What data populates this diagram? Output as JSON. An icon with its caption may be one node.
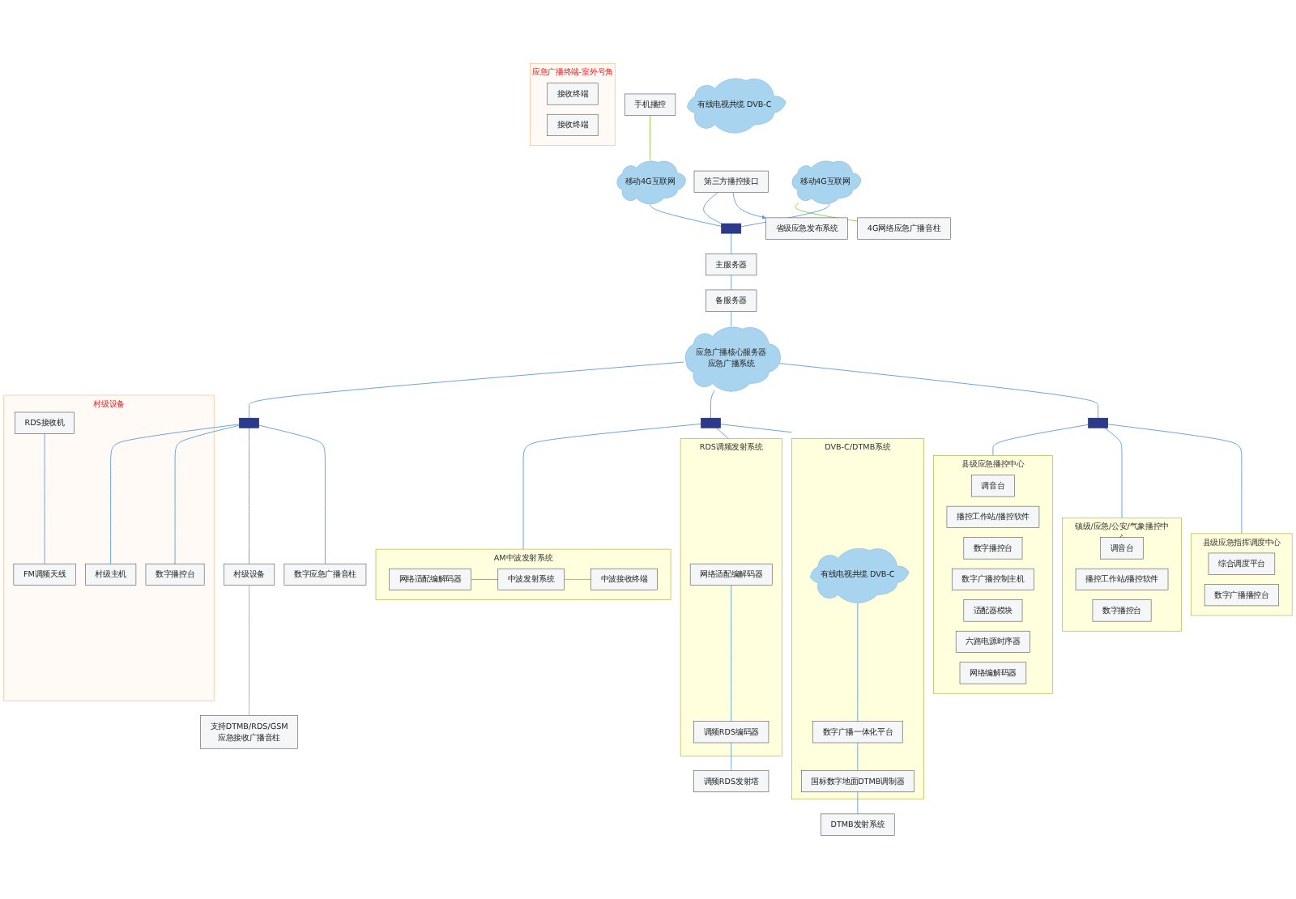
{
  "diagram": {
    "nodes": [
      {
        "text": [
          "手机播控"
        ]
      },
      {
        "text": [
          "移动4G互联网"
        ]
      },
      {
        "text": [
          "省级应急发布系统"
        ]
      },
      {
        "text": [
          "第三方播控接口"
        ]
      },
      {
        "text": [
          "移动4G互联网"
        ]
      },
      {
        "text": [
          "4G网络应急广播音柱"
        ]
      },
      {
        "text": [],
        "shape": "box"
      },
      {
        "text": [
          "主服务器"
        ]
      },
      {
        "text": [
          "备服务器"
        ]
      },
      {
        "text": [
          "应急广播核心服务器",
          "应急广播系统"
        ]
      },
      {
        "text": [],
        "shape": "box"
      },
      {
        "text": [],
        "shape": "box"
      },
      {
        "text": [],
        "shape": "box"
      },
      {
        "text": [
          "县级应急指挥调度中心"
        ]
      },
      {
        "text": [
          "综合调度平台"
        ],
        "in": 13
      },
      {
        "text": [
          "数字广播播控台"
        ],
        "in": 13
      },
      {
        "text": [
          "镇级/应急/公安/气象播控中心"
        ]
      },
      {
        "text": [
          "调音台"
        ],
        "in": 16
      },
      {
        "text": [
          "播控工作站/播控软件"
        ],
        "in": 16
      },
      {
        "text": [
          "数字播控台"
        ],
        "in": 16
      },
      {
        "text": [
          "县级应急播控中心"
        ]
      },
      {
        "text": [
          "调音台"
        ],
        "in": 20
      },
      {
        "text": [
          "播控工作站/播控软件"
        ],
        "in": 20
      },
      {
        "text": [
          "数字播控台"
        ],
        "in": 20
      },
      {
        "text": [
          "数字广播控制主机"
        ],
        "in": 20
      },
      {
        "text": [
          "适配器模块"
        ],
        "in": 20
      },
      {
        "text": [
          "六路电源时序器"
        ],
        "in": 20
      },
      {
        "text": [
          "网络编解码器"
        ],
        "in": 20
      },
      {
        "text": [
          "应急广播终端-室外号角"
        ]
      },
      {
        "text": [
          "接收终端"
        ],
        "in": 28
      },
      {
        "text": [
          "接收终端"
        ],
        "in": 28
      },
      {
        "text": [
          "DVB-C/DTMB系统"
        ]
      },
      {
        "text": [
          "有线电视共缆 DVB-C"
        ],
        "in": 31
      },
      {
        "text": [
          "数字广播一体化平台"
        ],
        "in": 31
      },
      {
        "text": [
          "国标数字地面DTMB调制器"
        ],
        "in": 31
      },
      {
        "text": [
          "DTMB发射系统"
        ]
      },
      {
        "text": [
          "RDS调频发射系统"
        ]
      },
      {
        "text": [
          "网络适配编解码器"
        ],
        "in": 36
      },
      {
        "text": [
          "调频RDS编码器"
        ],
        "in": 36
      },
      {
        "text": [
          "调频RDS发射塔"
        ]
      },
      {
        "text": [
          "AM中波发射系统"
        ]
      },
      {
        "text": [
          "网络适配编解码器"
        ],
        "in": 40
      },
      {
        "text": [
          "中波发射系统"
        ],
        "in": 40
      },
      {
        "text": [
          "中波接收终端"
        ],
        "in": 40
      },
      {
        "text": [
          "村级设备"
        ]
      },
      {
        "text": [
          "数字播控台"
        ],
        "in": 44
      },
      {
        "text": [
          "村级主机"
        ],
        "in": 44
      },
      {
        "text": [
          "RDS接收机"
        ],
        "in": 44
      },
      {
        "text": [
          "FM调频天线"
        ],
        "in": 44
      },
      {
        "text": [
          "数字应急广播音柱"
        ]
      },
      {
        "text": [
          "有线电视共缆 DVB-C"
        ]
      },
      {
        "text": [
          "村级设备"
        ]
      },
      {
        "text": [
          "支持DTMB/RDS/GSM",
          "应急接收广播音柱"
        ]
      }
    ],
    "edges": [
      {
        "from": 0,
        "to": 1,
        "arrow": "none",
        "color": "#8dc63f"
      },
      {
        "from": 1,
        "to": 6,
        "arrow": "none"
      },
      {
        "from": 3,
        "to": 2,
        "arrow": "to"
      },
      {
        "from": 3,
        "to": 6,
        "arrow": "none"
      },
      {
        "from": 4,
        "to": 6,
        "arrow": "none"
      },
      {
        "from": 4,
        "to": 5,
        "arrow": "none",
        "color": "#8dc63f"
      },
      {
        "from": 6,
        "to": 7,
        "arrow": "none"
      },
      {
        "from": 7,
        "to": 8,
        "arrow": "none"
      },
      {
        "from": 8,
        "to": 9,
        "arrow": "none"
      },
      {
        "from": 9,
        "to": 10,
        "arrow": "none"
      },
      {
        "from": 9,
        "to": 11,
        "arrow": "none"
      },
      {
        "from": 9,
        "to": 12,
        "arrow": "none"
      },
      {
        "from": 10,
        "to": 13,
        "arrow": "none"
      },
      {
        "from": 10,
        "to": 16,
        "arrow": "none"
      },
      {
        "from": 10,
        "to": 20,
        "arrow": "none"
      },
      {
        "from": 11,
        "to": 31,
        "arrow": "none"
      },
      {
        "from": 11,
        "to": 36,
        "arrow": "none"
      },
      {
        "from": 11,
        "to": 40,
        "arrow": "none"
      },
      {
        "from": 32,
        "to": 33,
        "arrow": "none"
      },
      {
        "from": 33,
        "to": 34,
        "arrow": "none"
      },
      {
        "from": 34,
        "to": 35,
        "arrow": "none"
      },
      {
        "from": 37,
        "to": 38,
        "arrow": "none"
      },
      {
        "from": 38,
        "to": 39,
        "arrow": "none"
      },
      {
        "from": 41,
        "to": 42,
        "arrow": "none"
      },
      {
        "from": 42,
        "to": 43,
        "arrow": "none",
        "color": "#8dc63f"
      },
      {
        "from": 12,
        "to": 45,
        "arrow": "none"
      },
      {
        "from": 12,
        "to": 46,
        "arrow": "none"
      },
      {
        "from": 47,
        "to": 48,
        "arrow": "none"
      },
      {
        "from": 12,
        "to": 49,
        "arrow": "none"
      },
      {
        "from": 12,
        "to": 51,
        "arrow": "none"
      },
      {
        "from": 51,
        "to": 52,
        "arrow": "none",
        "color": "#8dc63f"
      }
    ]
  }
}
